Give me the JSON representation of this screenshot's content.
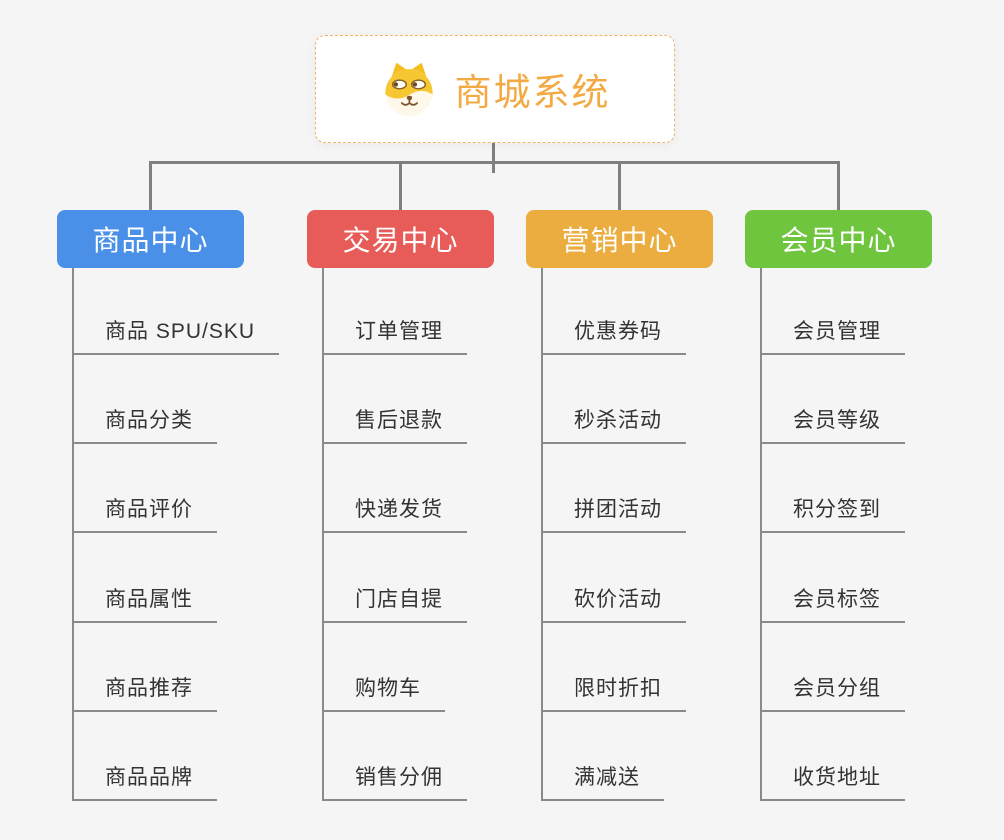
{
  "root": {
    "title": "商城系统",
    "icon": "doge-icon"
  },
  "branches": [
    {
      "label": "商品中心",
      "color": "#4A90E8",
      "children": [
        "商品 SPU/SKU",
        "商品分类",
        "商品评价",
        "商品属性",
        "商品推荐",
        "商品品牌"
      ]
    },
    {
      "label": "交易中心",
      "color": "#E75C58",
      "children": [
        "订单管理",
        "售后退款",
        "快递发货",
        "门店自提",
        "购物车",
        "销售分佣"
      ]
    },
    {
      "label": "营销中心",
      "color": "#EBAC40",
      "children": [
        "优惠券码",
        "秒杀活动",
        "拼团活动",
        "砍价活动",
        "限时折扣",
        "满减送"
      ]
    },
    {
      "label": "会员中心",
      "color": "#6FC53E",
      "children": [
        "会员管理",
        "会员等级",
        "积分签到",
        "会员标签",
        "会员分组",
        "收货地址"
      ]
    }
  ],
  "palette": {
    "canvas_bg": "#F5F5F5",
    "connector": "#7F7F7F",
    "leaf_line": "#8A8A8A",
    "leaf_text": "#333333",
    "root_border": "#EFB469",
    "root_title_color": "#F3AA44",
    "doge_yellow": "#F7C731",
    "doge_cream": "#FEF8EA",
    "doge_brown": "#7C5530"
  }
}
